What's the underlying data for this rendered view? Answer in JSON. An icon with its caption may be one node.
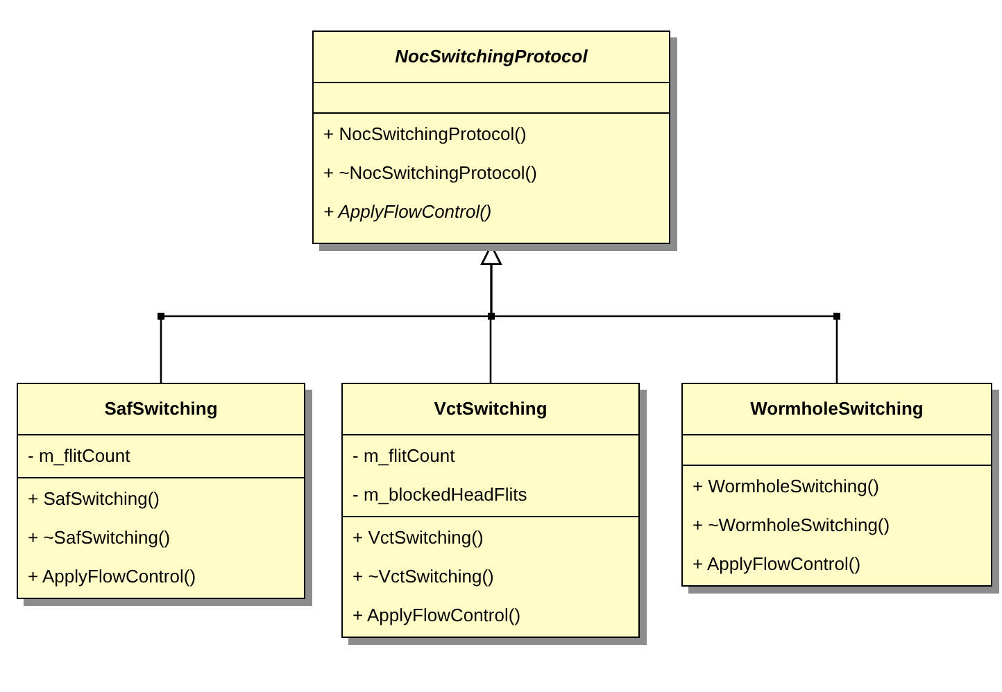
{
  "diagram": {
    "nodes": [
      {
        "text": [
          "NocSwitchingProtocol",
          "+ NocSwitchingProtocol()",
          "+ ~NocSwitchingProtocol()",
          "+ ApplyFlowControl()"
        ]
      },
      {
        "text": [
          "SafSwitching",
          "- m_flitCount",
          "+ SafSwitching()",
          "+ ~SafSwitching()",
          "+ ApplyFlowControl()"
        ]
      },
      {
        "text": [
          "VctSwitching",
          "- m_flitCount",
          "- m_blockedHeadFlits",
          "+ VctSwitching()",
          "+ ~VctSwitching()",
          "+ ApplyFlowControl()"
        ]
      },
      {
        "text": [
          "WormholeSwitching",
          "+ WormholeSwitching()",
          "+ ~WormholeSwitching()",
          "+ ApplyFlowControl()"
        ]
      }
    ],
    "edges": [
      {
        "from": 1,
        "to": 0,
        "arrow": "to"
      },
      {
        "from": 2,
        "to": 0,
        "arrow": "to"
      },
      {
        "from": 3,
        "to": 0,
        "arrow": "to"
      }
    ]
  }
}
